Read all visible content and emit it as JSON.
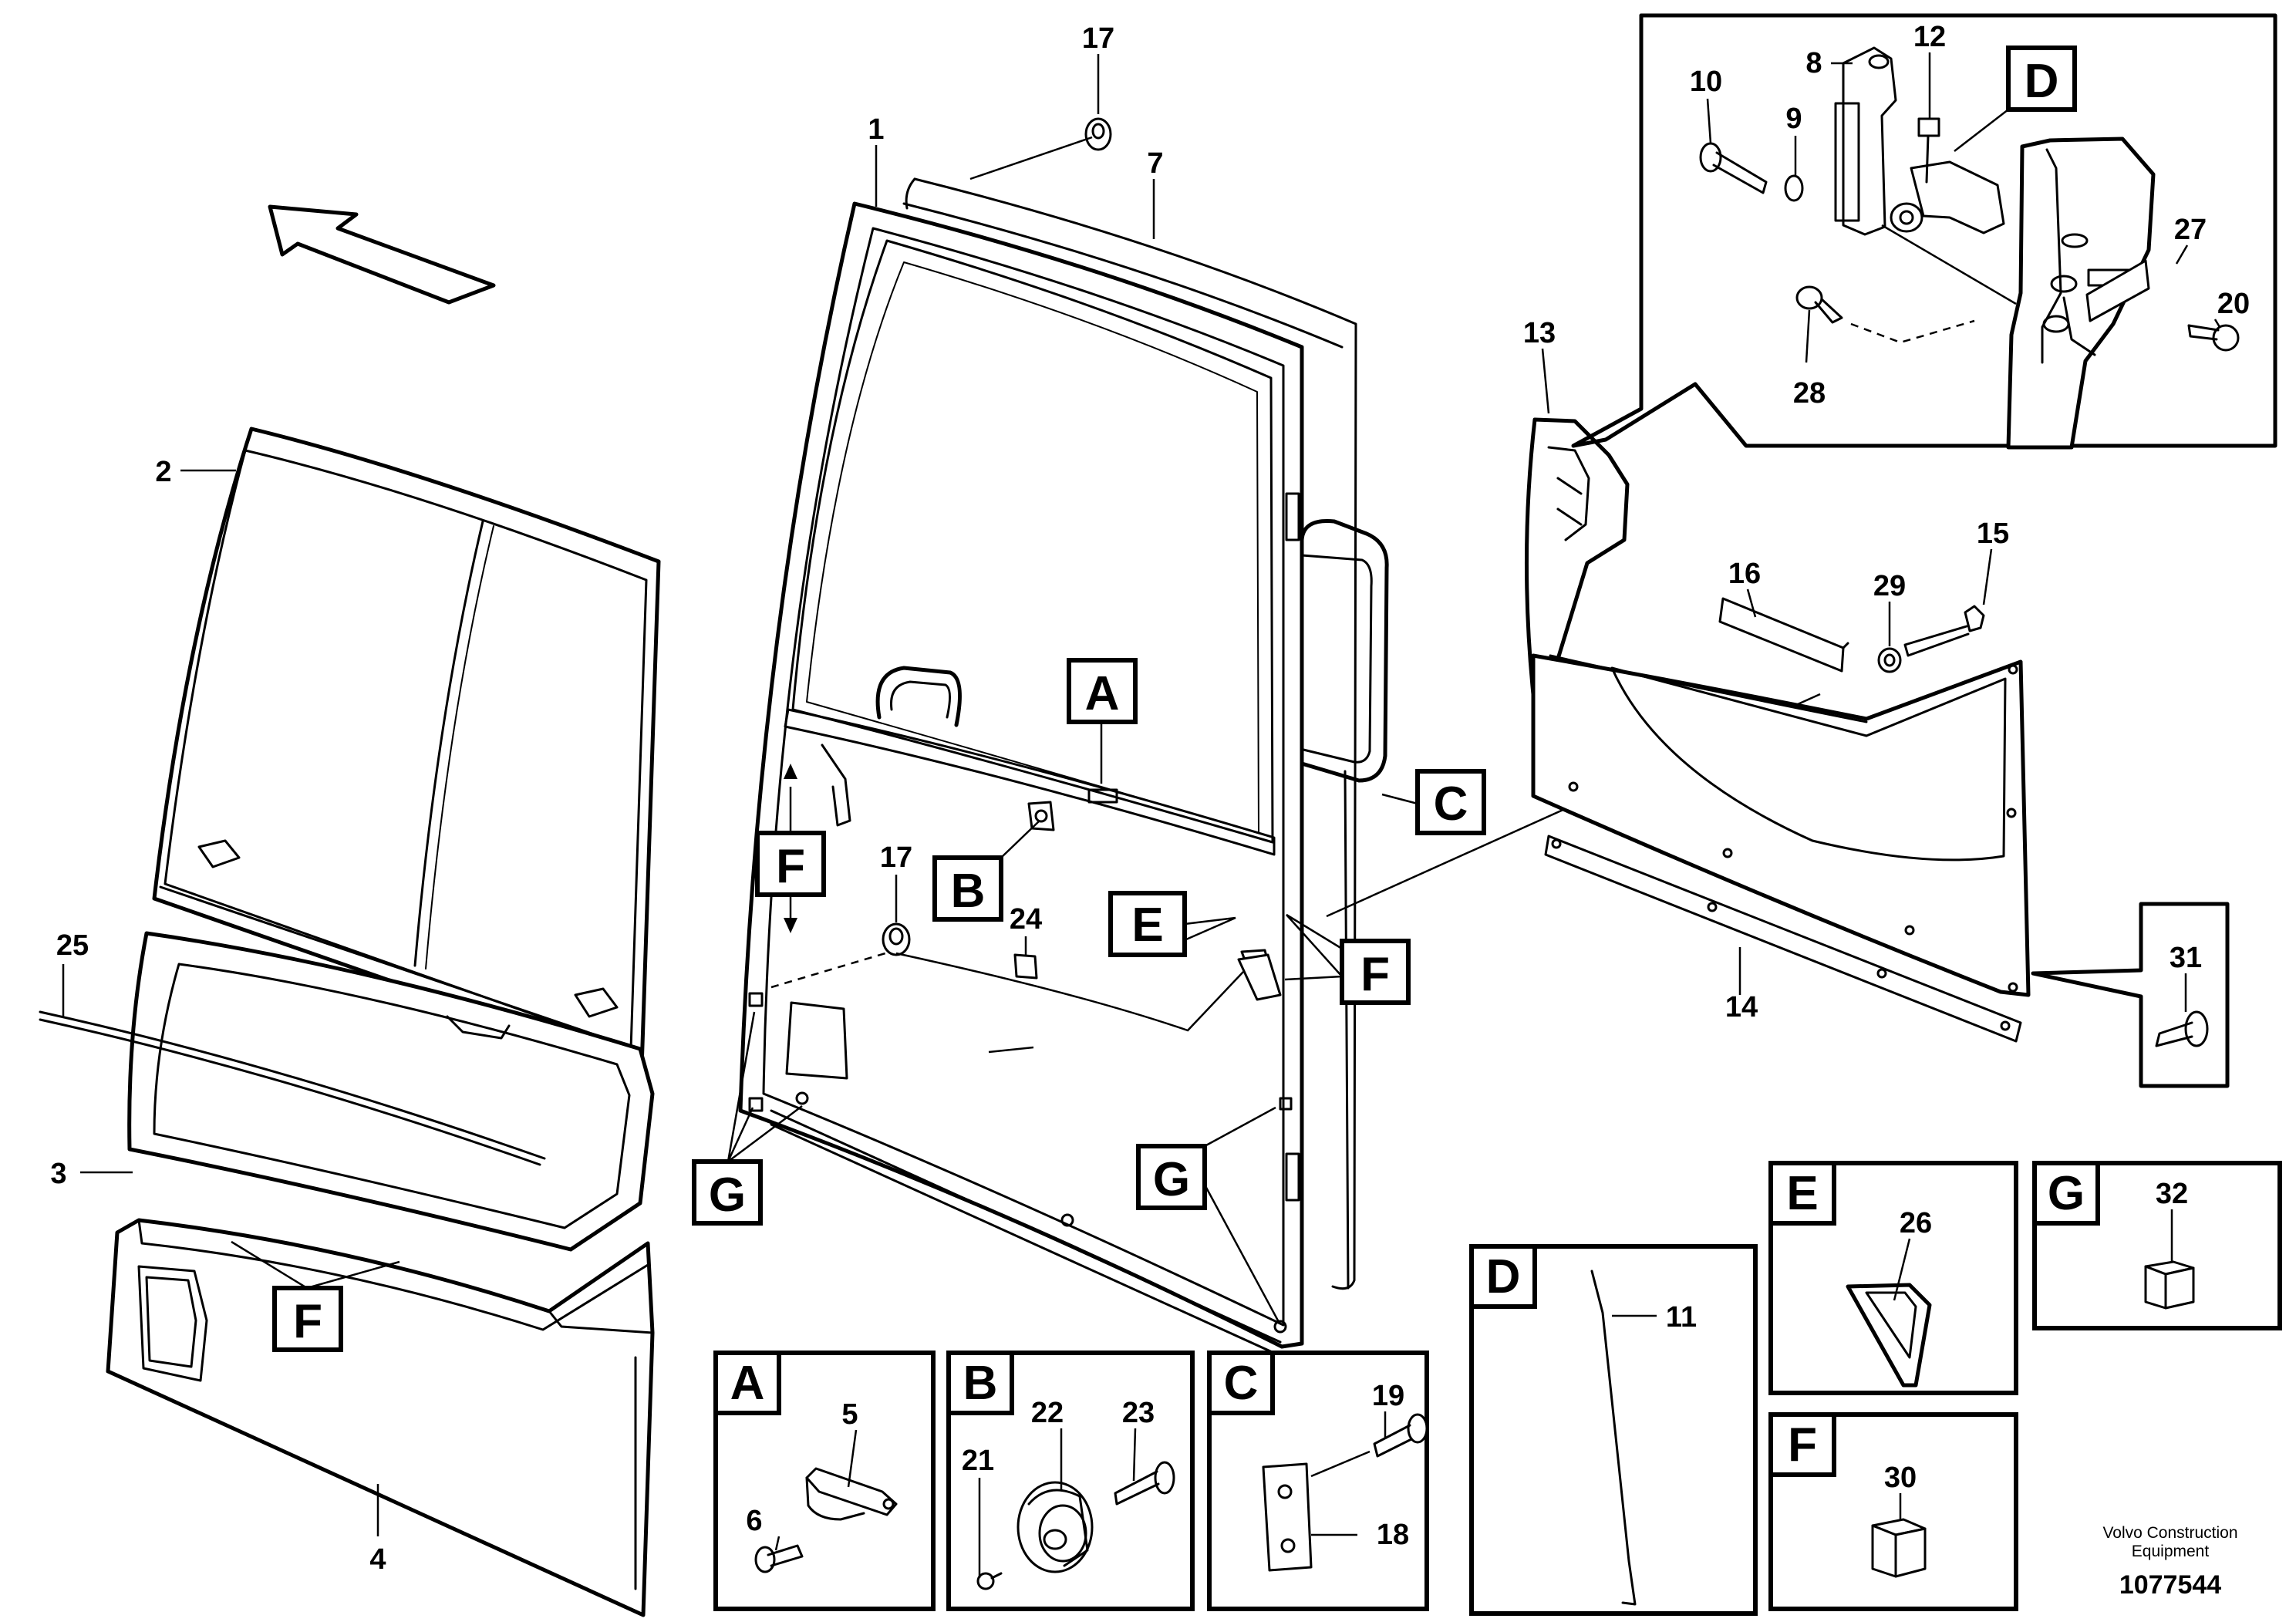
{
  "parts": {
    "p1": "1",
    "p2": "2",
    "p3": "3",
    "p4": "4",
    "p5": "5",
    "p6": "6",
    "p7": "7",
    "p8": "8",
    "p9": "9",
    "p10": "10",
    "p11": "11",
    "p12": "12",
    "p13": "13",
    "p14": "14",
    "p15": "15",
    "p16": "16",
    "p17a": "17",
    "p17b": "17",
    "p18": "18",
    "p19": "19",
    "p20": "20",
    "p21": "21",
    "p22": "22",
    "p23": "23",
    "p24": "24",
    "p25": "25",
    "p26": "26",
    "p27": "27",
    "p28": "28",
    "p29": "29",
    "p30": "30",
    "p31": "31",
    "p32": "32"
  },
  "callouts": {
    "A": "A",
    "B": "B",
    "C": "C",
    "D": "D",
    "E": "E",
    "F": "F",
    "G": "G"
  },
  "details": {
    "A": "A",
    "B": "B",
    "C": "C",
    "D": "D",
    "E": "E",
    "F": "F",
    "G": "G"
  },
  "footer": {
    "brand_line1": "Volvo Construction",
    "brand_line2": "Equipment",
    "drawing_number": "1077544"
  }
}
